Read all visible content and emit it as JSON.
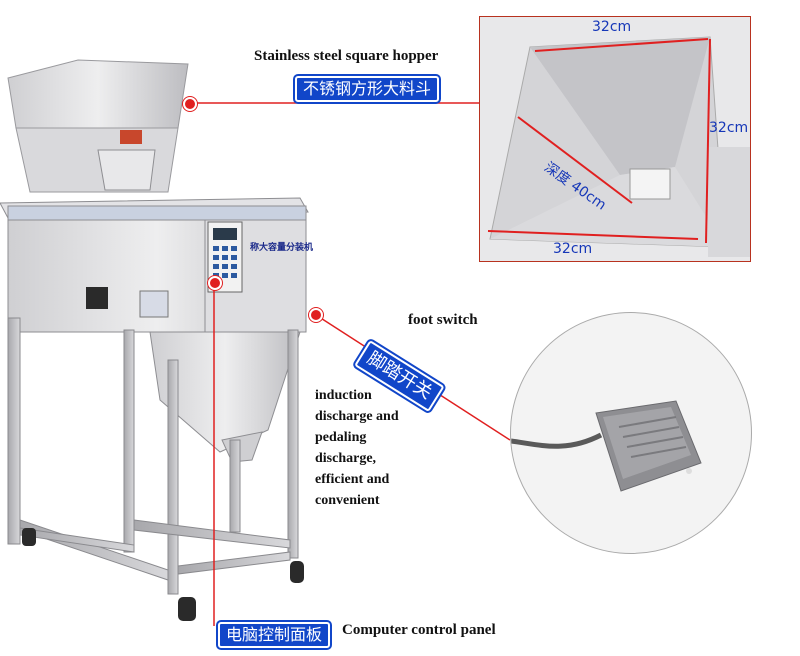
{
  "callouts": {
    "hopper": {
      "en": "Stainless steel square hopper",
      "cn": "不锈钢方形大料斗"
    },
    "foot_switch": {
      "en": "foot switch",
      "cn": "脚踏开关"
    },
    "induction": {
      "lines": [
        "induction",
        "discharge and",
        "pedaling",
        "discharge,",
        "efficient and",
        "convenient"
      ]
    },
    "control_panel": {
      "en": "Computer control panel",
      "cn": "电脑控制面板"
    }
  },
  "hopper_dimensions": {
    "top": "32cm",
    "right": "32cm",
    "bottom": "32cm",
    "depth": "深度 40cm"
  },
  "machine_label": "称大容量分装机",
  "colors": {
    "accent_red": "#e02020",
    "tag_blue": "#1146c9",
    "dimension_text": "#1637b8"
  }
}
